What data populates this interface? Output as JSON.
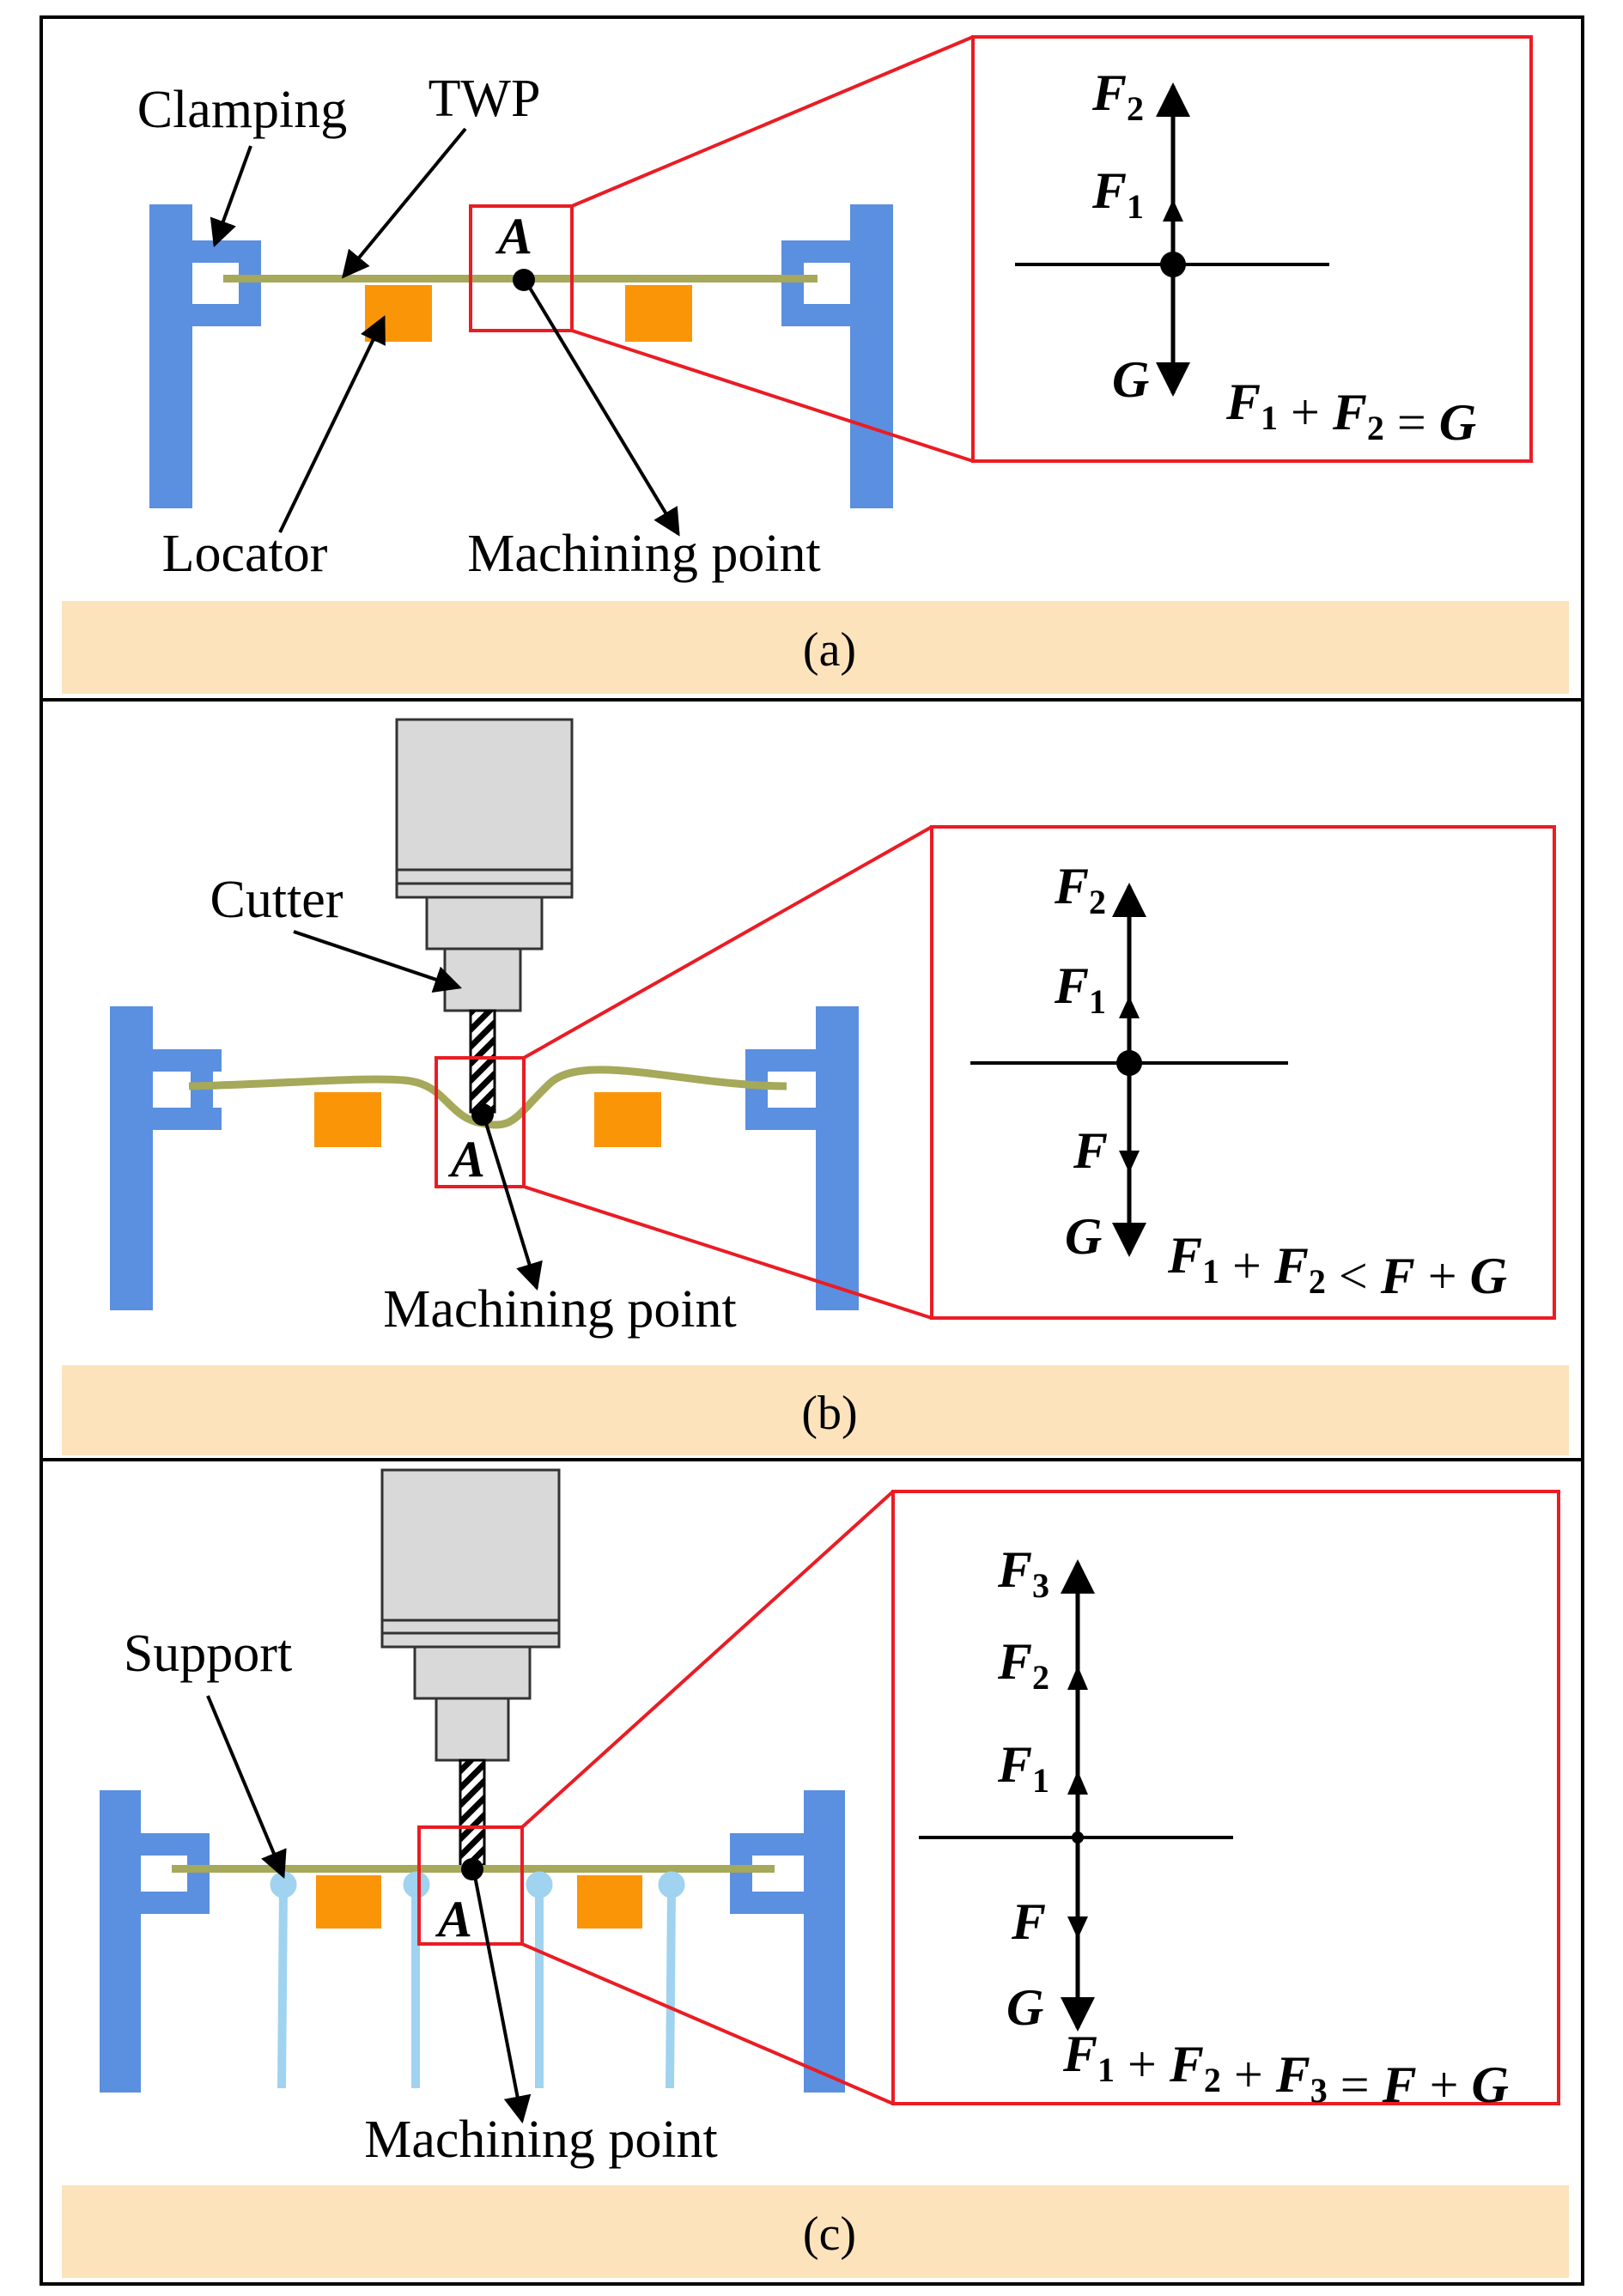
{
  "colors": {
    "clamp": "#5b8fe0",
    "twp": "#a6a85a",
    "locator": "#fb9508",
    "support": "#9fd3ef",
    "zoom_box": "#ea1c24",
    "caption_band": "#fce3bc",
    "spindle": "#d9d9d9"
  },
  "panels": [
    {
      "id": "a",
      "caption": "(a)",
      "labels": {
        "clamping": "Clamping",
        "twp": "TWP",
        "locator": "Locator",
        "machining_point": "Machining point",
        "point": "A"
      },
      "forces": [
        {
          "symbol": "F",
          "sub": "2",
          "direction": "up"
        },
        {
          "symbol": "F",
          "sub": "1",
          "direction": "up"
        },
        {
          "symbol": "G",
          "sub": "",
          "direction": "down"
        }
      ],
      "equation": {
        "terms": [
          {
            "t": "F",
            "s": "1"
          },
          {
            "op": "+"
          },
          {
            "t": "F",
            "s": "2"
          },
          {
            "op": "="
          },
          {
            "t": "G",
            "s": ""
          }
        ]
      }
    },
    {
      "id": "b",
      "caption": "(b)",
      "labels": {
        "cutter": "Cutter",
        "machining_point": "Machining point",
        "point": "A"
      },
      "forces": [
        {
          "symbol": "F",
          "sub": "2",
          "direction": "up"
        },
        {
          "symbol": "F",
          "sub": "1",
          "direction": "up"
        },
        {
          "symbol": "F",
          "sub": "",
          "direction": "down"
        },
        {
          "symbol": "G",
          "sub": "",
          "direction": "down"
        }
      ],
      "equation": {
        "terms": [
          {
            "t": "F",
            "s": "1"
          },
          {
            "op": "+"
          },
          {
            "t": "F",
            "s": "2"
          },
          {
            "op": "<"
          },
          {
            "t": "F",
            "s": ""
          },
          {
            "op": "+"
          },
          {
            "t": "G",
            "s": ""
          }
        ]
      }
    },
    {
      "id": "c",
      "caption": "(c)",
      "labels": {
        "support": "Support",
        "machining_point": "Machining point",
        "point": "A"
      },
      "forces": [
        {
          "symbol": "F",
          "sub": "3",
          "direction": "up"
        },
        {
          "symbol": "F",
          "sub": "2",
          "direction": "up"
        },
        {
          "symbol": "F",
          "sub": "1",
          "direction": "up"
        },
        {
          "symbol": "F",
          "sub": "",
          "direction": "down"
        },
        {
          "symbol": "G",
          "sub": "",
          "direction": "down"
        }
      ],
      "equation": {
        "terms": [
          {
            "t": "F",
            "s": "1"
          },
          {
            "op": "+"
          },
          {
            "t": "F",
            "s": "2"
          },
          {
            "op": "+"
          },
          {
            "t": "F",
            "s": "3"
          },
          {
            "op": "="
          },
          {
            "t": "F",
            "s": ""
          },
          {
            "op": "+"
          },
          {
            "t": "G",
            "s": ""
          }
        ]
      }
    }
  ]
}
